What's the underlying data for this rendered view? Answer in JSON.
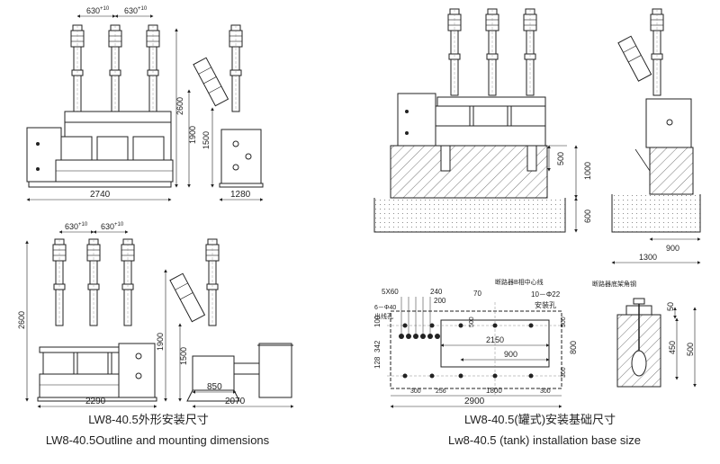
{
  "captions": {
    "left_cn": "LW8-40.5外形安装尺寸",
    "left_en": "LW8-40.5Outline and mounting dimensions",
    "right_cn": "LW8-40.5(罐式)安装基础尺寸",
    "right_en": "Lw8-40.5 (tank) installation base size"
  },
  "dims": {
    "top_left": {
      "pitch1": "630",
      "pitch2": "630",
      "tol": "+10",
      "tol_low": "0",
      "height": "2600",
      "h1900": "1900",
      "h1500": "1500",
      "width": "2740",
      "side": "1280"
    },
    "bottom_left": {
      "pitch1": "630",
      "pitch2": "630",
      "tol": "+10",
      "tol_low": "0",
      "height": "2600",
      "h1900": "1900",
      "h1500": "1500",
      "width": "2290",
      "base": "850",
      "side": "2070"
    },
    "top_right": {
      "d500": "500",
      "d1000": "1000",
      "d600": "600",
      "d900": "900",
      "d1300": "1300"
    },
    "plan": {
      "holes": "5X60",
      "d240": "240",
      "d200": "200",
      "d70": "70",
      "bolts": "10－Φ22",
      "mount_holes": "安装孔",
      "outlet": "6－Φ40",
      "outlet_hole": "出线孔",
      "center_line": "断路器B相中心线",
      "angle_steel": "断路器底架角钢",
      "d500a": "500",
      "d500b": "500",
      "d342": "342",
      "d100": "100",
      "d128": "128",
      "d2150": "2150",
      "d800": "800",
      "d900": "900",
      "d300a": "300",
      "d300": "300",
      "d256": "256",
      "d1800": "1800",
      "d300b": "300",
      "d2900": "2900"
    },
    "anchor": {
      "d50": "50",
      "d450": "450",
      "d500": "500"
    }
  }
}
